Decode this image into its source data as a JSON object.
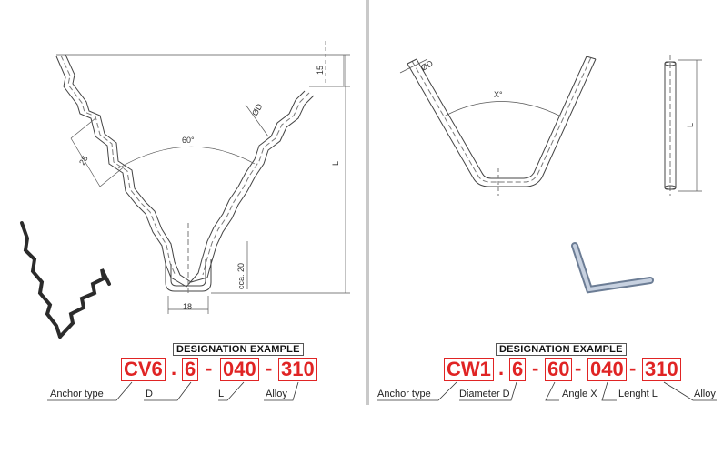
{
  "left": {
    "dims": {
      "angle": "60°",
      "pitch": "25",
      "diameter": "ØD",
      "top": "15",
      "length": "L",
      "bottom": "cca. 20",
      "width": "18"
    },
    "designation_title": "DESIGNATION EXAMPLE",
    "code": {
      "c1": "CV6",
      "s1": ".",
      "c2": "6",
      "s2": "-",
      "c3": "040",
      "s3": "-",
      "c4": "310"
    },
    "labels": {
      "anchor_type": "Anchor type",
      "d": "D",
      "l": "L",
      "alloy": "Alloy"
    }
  },
  "right": {
    "dims": {
      "diameter": "ØD",
      "angle": "X°",
      "length": "L"
    },
    "designation_title": "DESIGNATION EXAMPLE",
    "code": {
      "c1": "CW1",
      "s1": ".",
      "c2": "6",
      "s2": "-",
      "c3": "60",
      "s3": "-",
      "c4": "040",
      "s4": "-",
      "c5": "310"
    },
    "labels": {
      "anchor_type": "Anchor type",
      "diameter": "Diameter D",
      "angle": "Angle X",
      "length": "Lenght L",
      "alloy": "Alloy"
    }
  }
}
